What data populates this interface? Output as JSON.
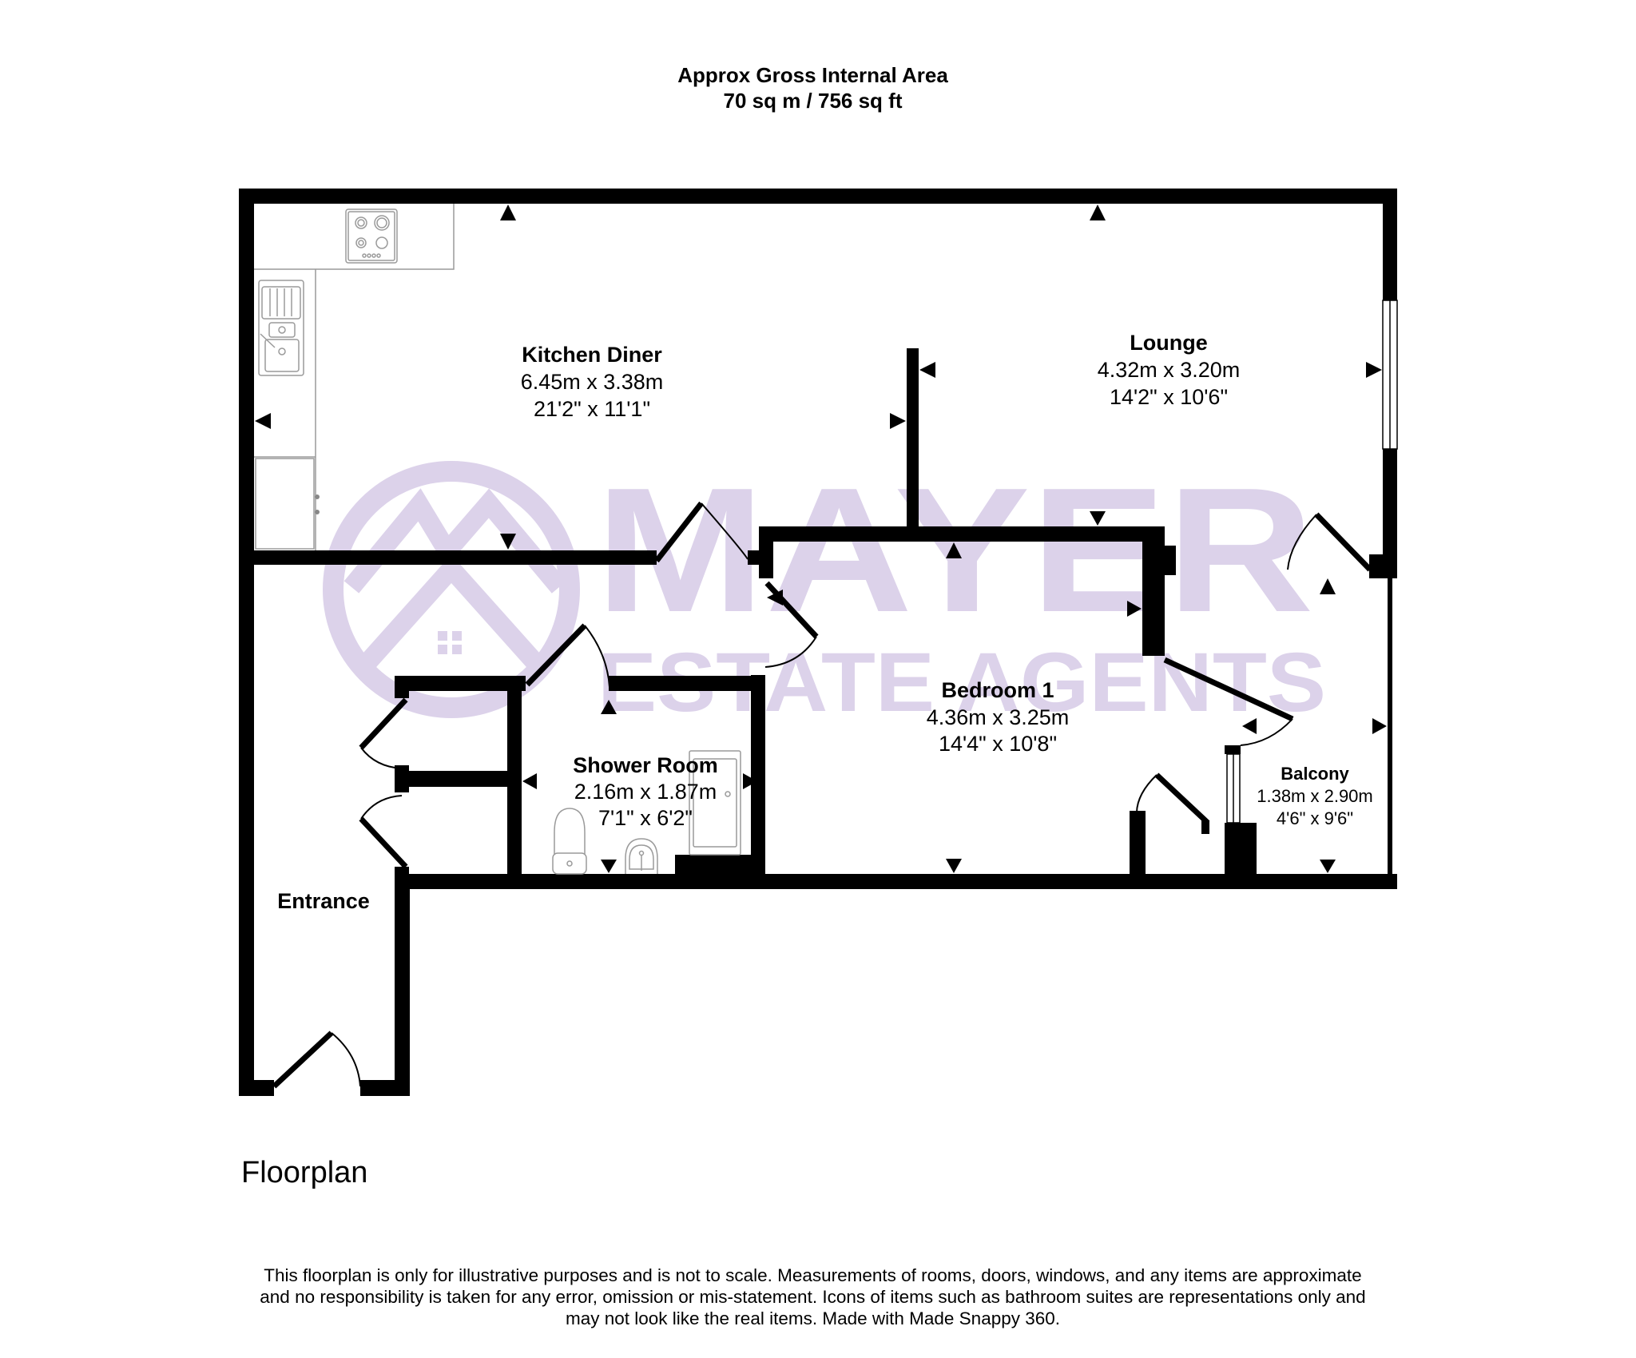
{
  "header": {
    "title_line1": "Approx Gross Internal Area",
    "title_line2": "70 sq m / 756 sq ft"
  },
  "watermark": {
    "brand": "MAYER",
    "tagline": "ESTATE AGENTS",
    "color": "#dcd2ea",
    "logo_icon": "mountain-house-circle-logo"
  },
  "rooms": [
    {
      "id": "kitchen-diner",
      "name": "Kitchen Diner",
      "metric": "6.45m x 3.38m",
      "imperial": "21'2\" x 11'1\""
    },
    {
      "id": "lounge",
      "name": "Lounge",
      "metric": "4.32m x 3.20m",
      "imperial": "14'2\" x 10'6\""
    },
    {
      "id": "bedroom-1",
      "name": "Bedroom 1",
      "metric": "4.36m x 3.25m",
      "imperial": "14'4\" x 10'8\""
    },
    {
      "id": "shower-room",
      "name": "Shower Room",
      "metric": "2.16m x 1.87m",
      "imperial": "7'1\" x 6'2\""
    },
    {
      "id": "balcony",
      "name": "Balcony",
      "metric": "1.38m x 2.90m",
      "imperial": "4'6\" x 9'6\""
    },
    {
      "id": "entrance",
      "name": "Entrance"
    }
  ],
  "fixtures": [
    "hob-icon",
    "sink-icon",
    "fridge-icon",
    "toilet-icon",
    "basin-icon",
    "shower-tray-icon"
  ],
  "floor_label": "Floorplan",
  "disclaimer": {
    "line1": "This floorplan is only for illustrative purposes and is not to scale. Measurements of rooms, doors, windows, and any items are approximate",
    "line2": "and no responsibility is taken for any error, omission or mis-statement. Icons of items such as bathroom suites are representations only and",
    "line3": "may not look like the real items. Made with Made Snappy 360."
  },
  "colors": {
    "wall": "#000000",
    "watermark": "#dcd2ea",
    "fixture_line": "#9a9a9a",
    "background": "#ffffff"
  }
}
